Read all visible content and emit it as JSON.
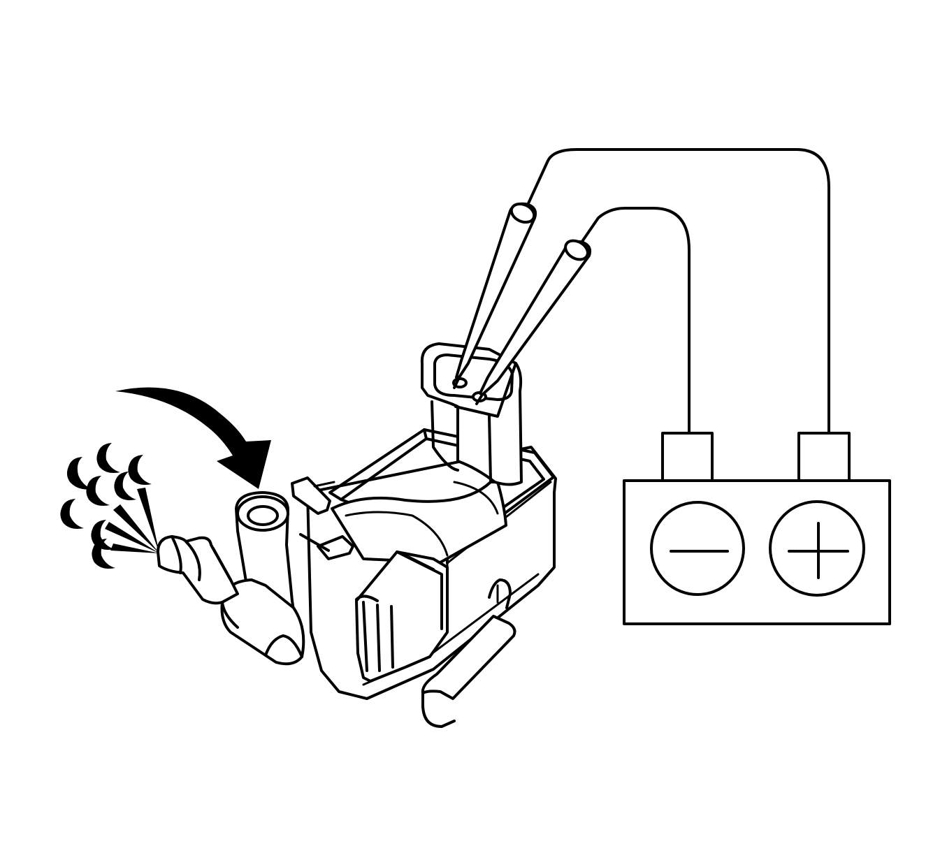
{
  "diagram": {
    "components": [
      {
        "id": "power-supply",
        "icon": "battery-icon",
        "terminals": [
          "negative",
          "positive"
        ]
      },
      {
        "id": "test-leads",
        "icon": "test-lead-icon",
        "count": 2
      },
      {
        "id": "valve",
        "icon": "solenoid-valve-icon"
      },
      {
        "id": "air-flow",
        "icon": "air-jet-icon"
      },
      {
        "id": "direction",
        "icon": "curved-arrow-icon"
      }
    ],
    "colors": {
      "line": "#000000",
      "background": "#ffffff"
    }
  }
}
